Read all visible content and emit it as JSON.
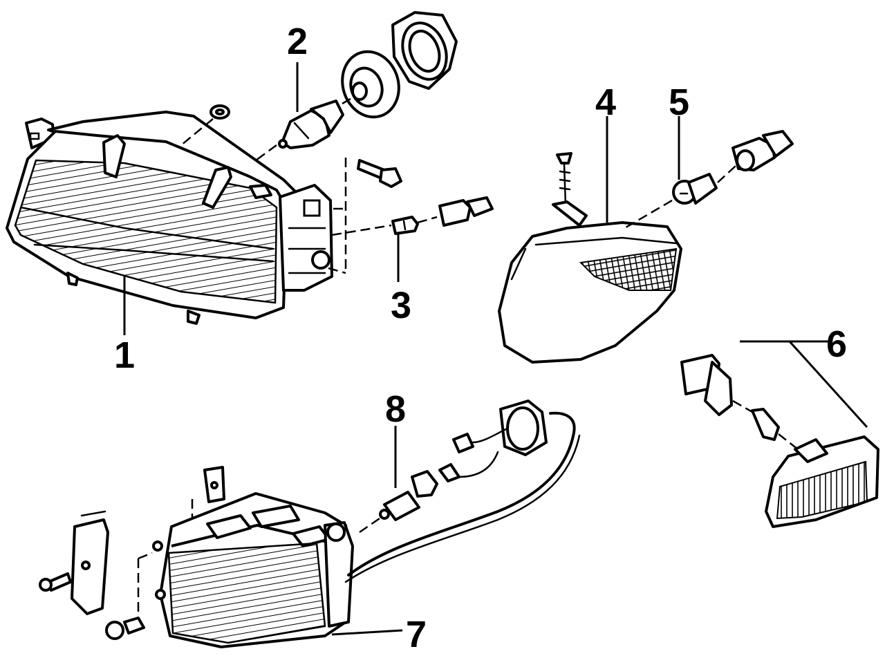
{
  "callouts": [
    {
      "id": "1",
      "label": "1"
    },
    {
      "id": "2",
      "label": "2"
    },
    {
      "id": "3",
      "label": "3"
    },
    {
      "id": "4",
      "label": "4"
    },
    {
      "id": "5",
      "label": "5"
    },
    {
      "id": "6",
      "label": "6"
    },
    {
      "id": "7",
      "label": "7"
    },
    {
      "id": "8",
      "label": "8"
    }
  ],
  "palette": {
    "line": "#000000",
    "background": "#ffffff"
  }
}
